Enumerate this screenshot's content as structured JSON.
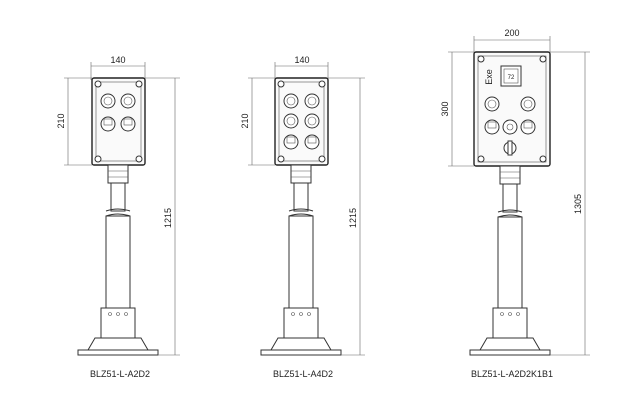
{
  "units": [
    {
      "model": "BLZ51-L-A2D2",
      "width_dim": "140",
      "box_height_dim": "210",
      "total_height_dim": "1215",
      "button_rows": 2
    },
    {
      "model": "BLZ51-L-A4D2",
      "width_dim": "140",
      "box_height_dim": "210",
      "total_height_dim": "1215",
      "button_rows": 3
    },
    {
      "model": "BLZ51-L-A2D2K1B1",
      "width_dim": "200",
      "box_height_dim": "300",
      "total_height_dim": "1305",
      "display_label": "Exe",
      "meter_value": "72"
    }
  ]
}
